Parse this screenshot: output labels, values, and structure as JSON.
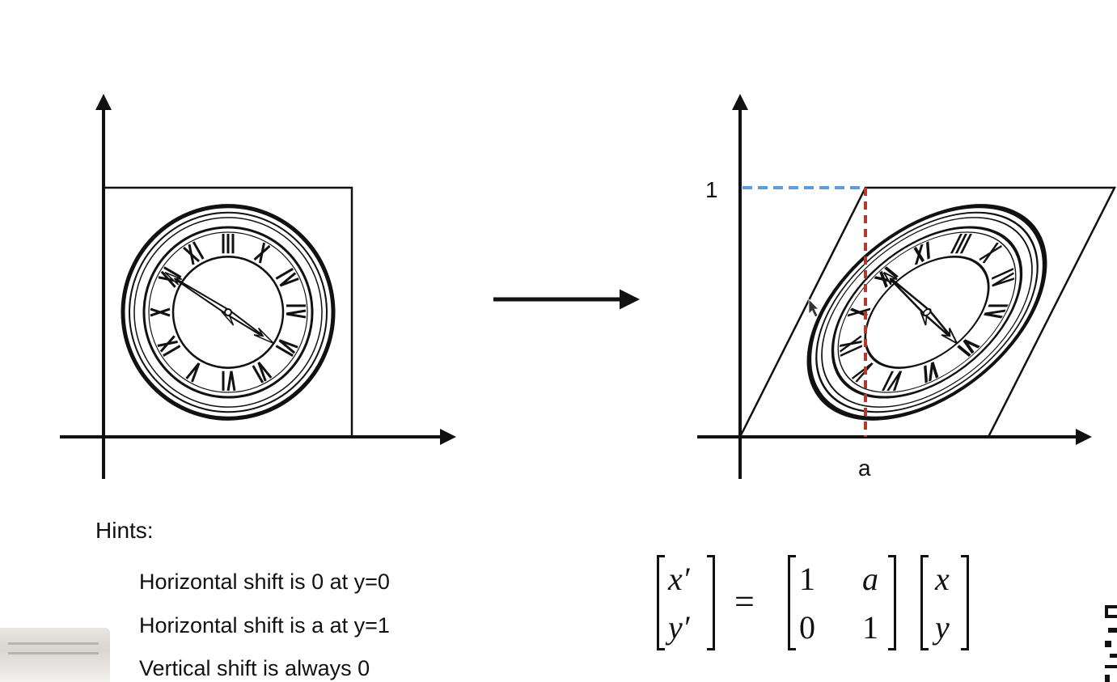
{
  "labels": {
    "one": "1",
    "a": "a"
  },
  "hints": {
    "title": "Hints:",
    "lines": [
      "Horizontal shift is 0 at y=0",
      "Horizontal shift is a at y=1",
      "Vertical shift is always 0"
    ]
  },
  "equation": {
    "lhs": [
      "x′",
      "y′"
    ],
    "equals": "=",
    "matrix": [
      [
        "1",
        "a"
      ],
      [
        "0",
        "1"
      ]
    ],
    "rhs": [
      "x",
      "y"
    ]
  },
  "icons": {
    "clock": "roman-numeral-clock-icon",
    "arrow": "right-arrow-icon",
    "cursor": "mouse-pointer-icon"
  },
  "colors": {
    "dashed_horizontal": "#5b9be0",
    "dashed_vertical": "#b23a2a",
    "ink": "#111111"
  }
}
